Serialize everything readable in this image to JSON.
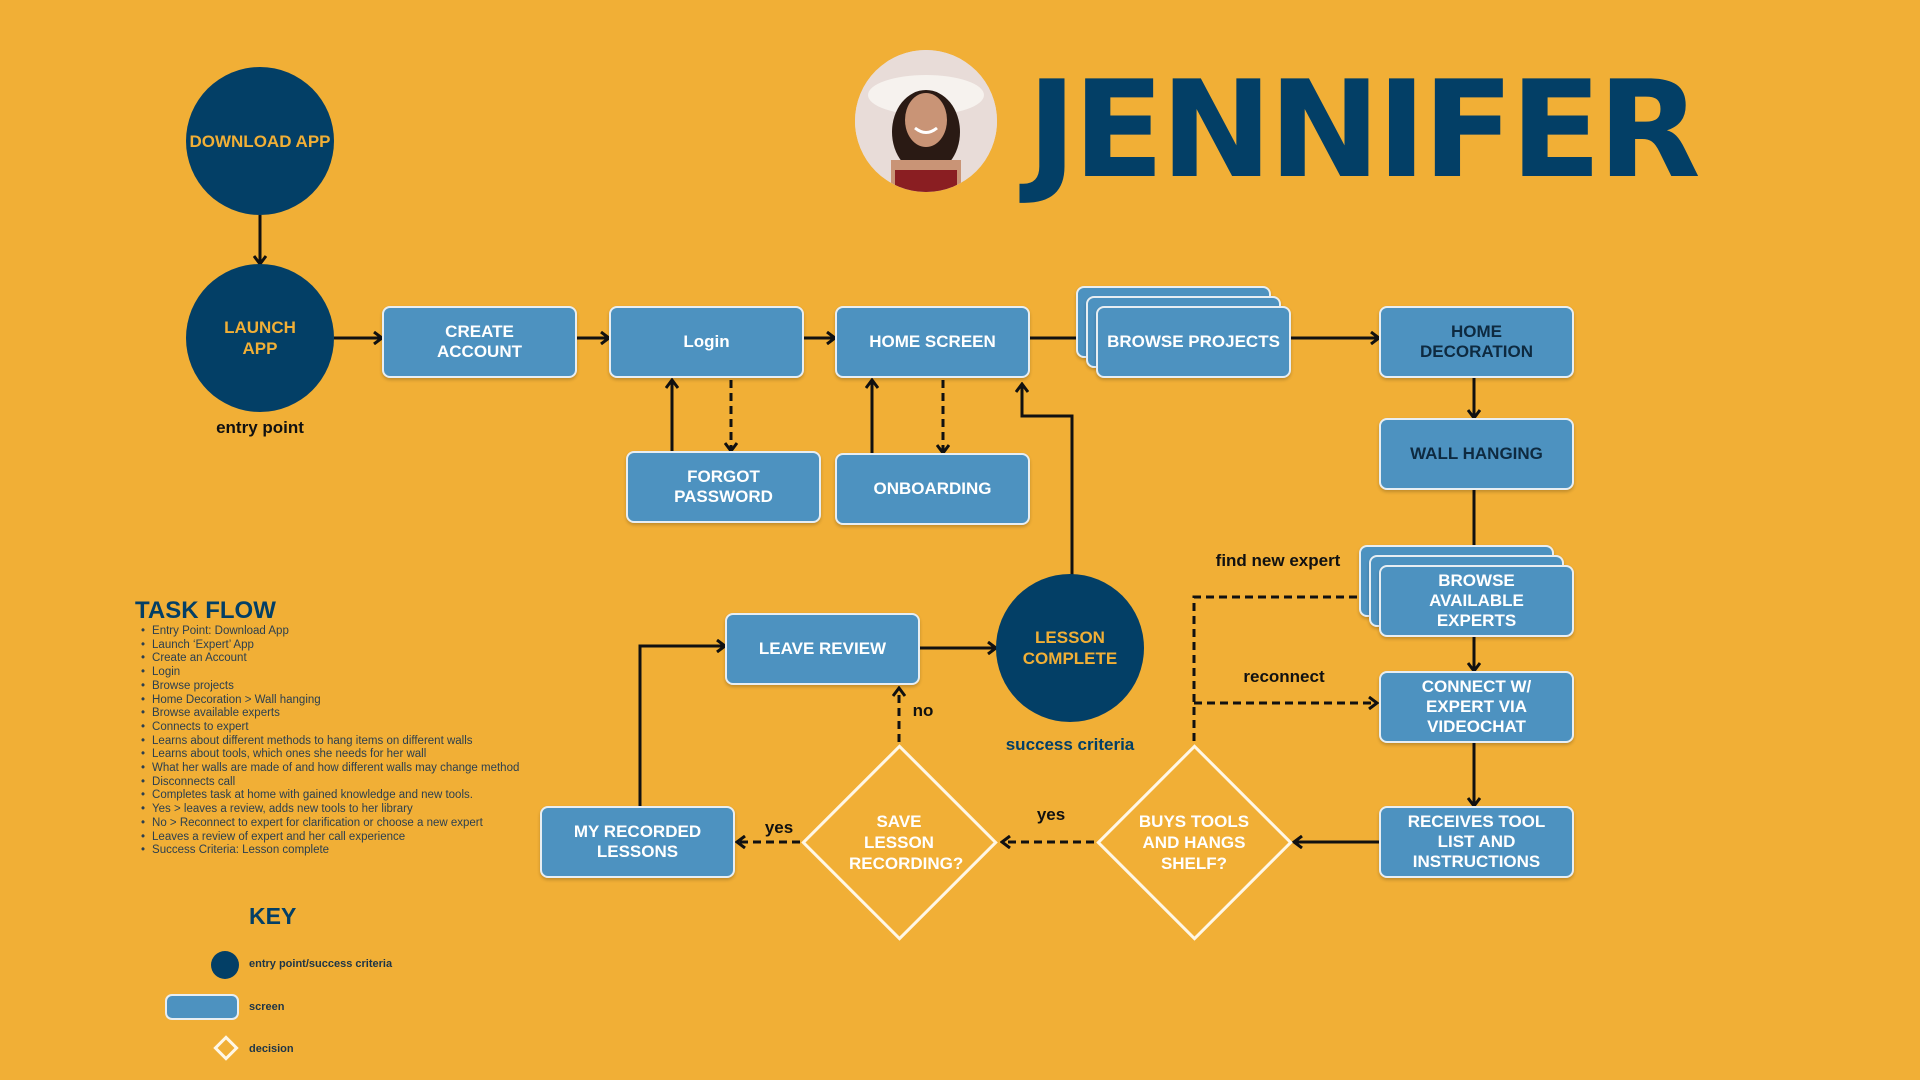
{
  "persona": {
    "name": "JENNIFER"
  },
  "nodes": {
    "download_app": "DOWNLOAD APP",
    "launch_app": "LAUNCH APP",
    "create_account": "CREATE ACCOUNT",
    "login": "Login",
    "home_screen": "HOME SCREEN",
    "browse_projects": "BROWSE PROJECTS",
    "home_decoration": "HOME DECORATION",
    "forgot_password": "FORGOT PASSWORD",
    "onboarding": "ONBOARDING",
    "wall_hanging": "WALL HANGING",
    "browse_experts": "BROWSE AVAILABLE EXPERTS",
    "connect_expert": "CONNECT W/ EXPERT VIA VIDEOCHAT",
    "receives_tools": "RECEIVES TOOL LIST AND INSTRUCTIONS",
    "buys_tools": "BUYS TOOLS AND HANGS SHELF?",
    "save_lesson": "SAVE LESSON RECORDING?",
    "my_recorded": "MY RECORDED LESSONS",
    "leave_review": "LEAVE REVIEW",
    "lesson_complete": "LESSON COMPLETE"
  },
  "labels": {
    "entry_point": "entry point",
    "success_criteria": "success criteria",
    "find_new_expert": "find new expert",
    "reconnect": "reconnect",
    "no": "no",
    "yes_save": "yes",
    "yes_buys": "yes"
  },
  "task_flow": {
    "title": "TASK FLOW",
    "items": [
      "Entry Point: Download App",
      "Launch ‘Expert’ App",
      "Create an Account",
      "Login",
      "Browse projects",
      "Home Decoration > Wall hanging",
      "Browse available experts",
      "Connects to expert",
      "Learns about different methods to hang items on different walls",
      "Learns about tools, which ones she needs for her wall",
      "What her walls are made of and how different walls may change method",
      "Disconnects call",
      "Completes task at home with gained knowledge and new tools.",
      "Yes > leaves a review, adds new tools to her library",
      "No > Reconnect to expert for clarification or choose a new expert",
      "Leaves a review of expert and her call experience",
      "Success Criteria: Lesson complete"
    ]
  },
  "key": {
    "title": "KEY",
    "circle": "entry point/success criteria",
    "screen": "screen",
    "decision": "decision"
  },
  "colors": {
    "background": "#F1AF36",
    "navy": "#033F66",
    "screen": "#4D92C0"
  }
}
